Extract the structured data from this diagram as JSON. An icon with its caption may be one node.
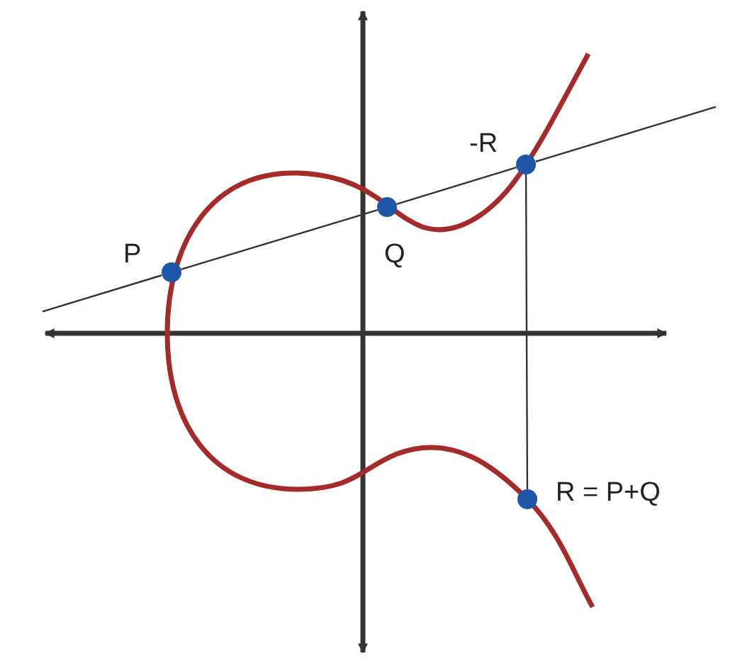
{
  "diagram": {
    "nodes": [
      {
        "text": [
          "P"
        ]
      },
      {
        "text": [
          "Q"
        ]
      },
      {
        "text": [
          "-R"
        ]
      },
      {
        "text": [
          "R = P+Q"
        ]
      }
    ],
    "edges": [
      {
        "from": 0,
        "to": 1,
        "arrow": "none"
      },
      {
        "from": 1,
        "to": 2,
        "arrow": "none"
      },
      {
        "from": 2,
        "to": 3,
        "arrow": "none"
      }
    ]
  }
}
